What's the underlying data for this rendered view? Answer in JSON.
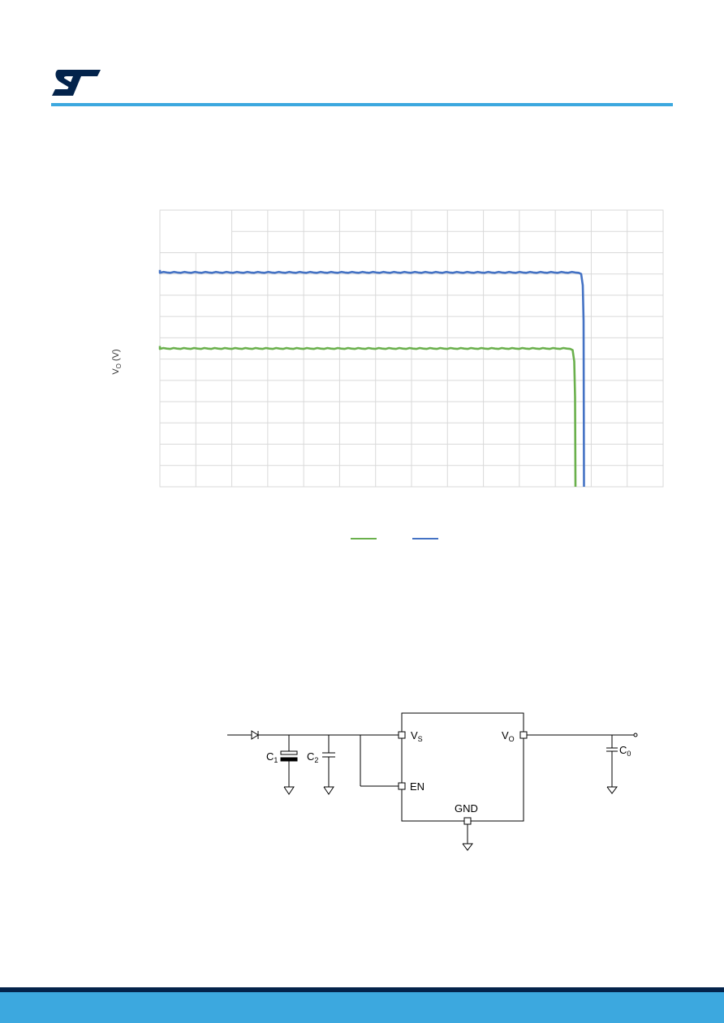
{
  "brand": {
    "logo_icon": "st-logo-icon",
    "accent": "#3ca8df",
    "dark": "#03234b",
    "logo_color": "#03234b"
  },
  "chart_data": {
    "type": "line",
    "title": "",
    "xlabel": "",
    "ylabel_main": "V",
    "ylabel_sub": "O",
    "ylabel_unit": " (V)",
    "grid": true,
    "legend_position": "bottom-center",
    "series": [
      {
        "color": "#6ab04c",
        "level_fraction": 0.5,
        "dropout_fraction": 0.825
      },
      {
        "color": "#4472c4",
        "level_fraction": 0.775,
        "dropout_fraction": 0.842
      }
    ]
  },
  "circuit": {
    "pins": {
      "vs_main": "V",
      "vs_sub": "S",
      "vo_main": "V",
      "vo_sub": "O",
      "en": "EN",
      "gnd": "GND"
    },
    "caps": {
      "c1_main": "C",
      "c1_sub": "1",
      "c2_main": "C",
      "c2_sub": "2",
      "co_main": "C",
      "co_sub": "0"
    }
  }
}
